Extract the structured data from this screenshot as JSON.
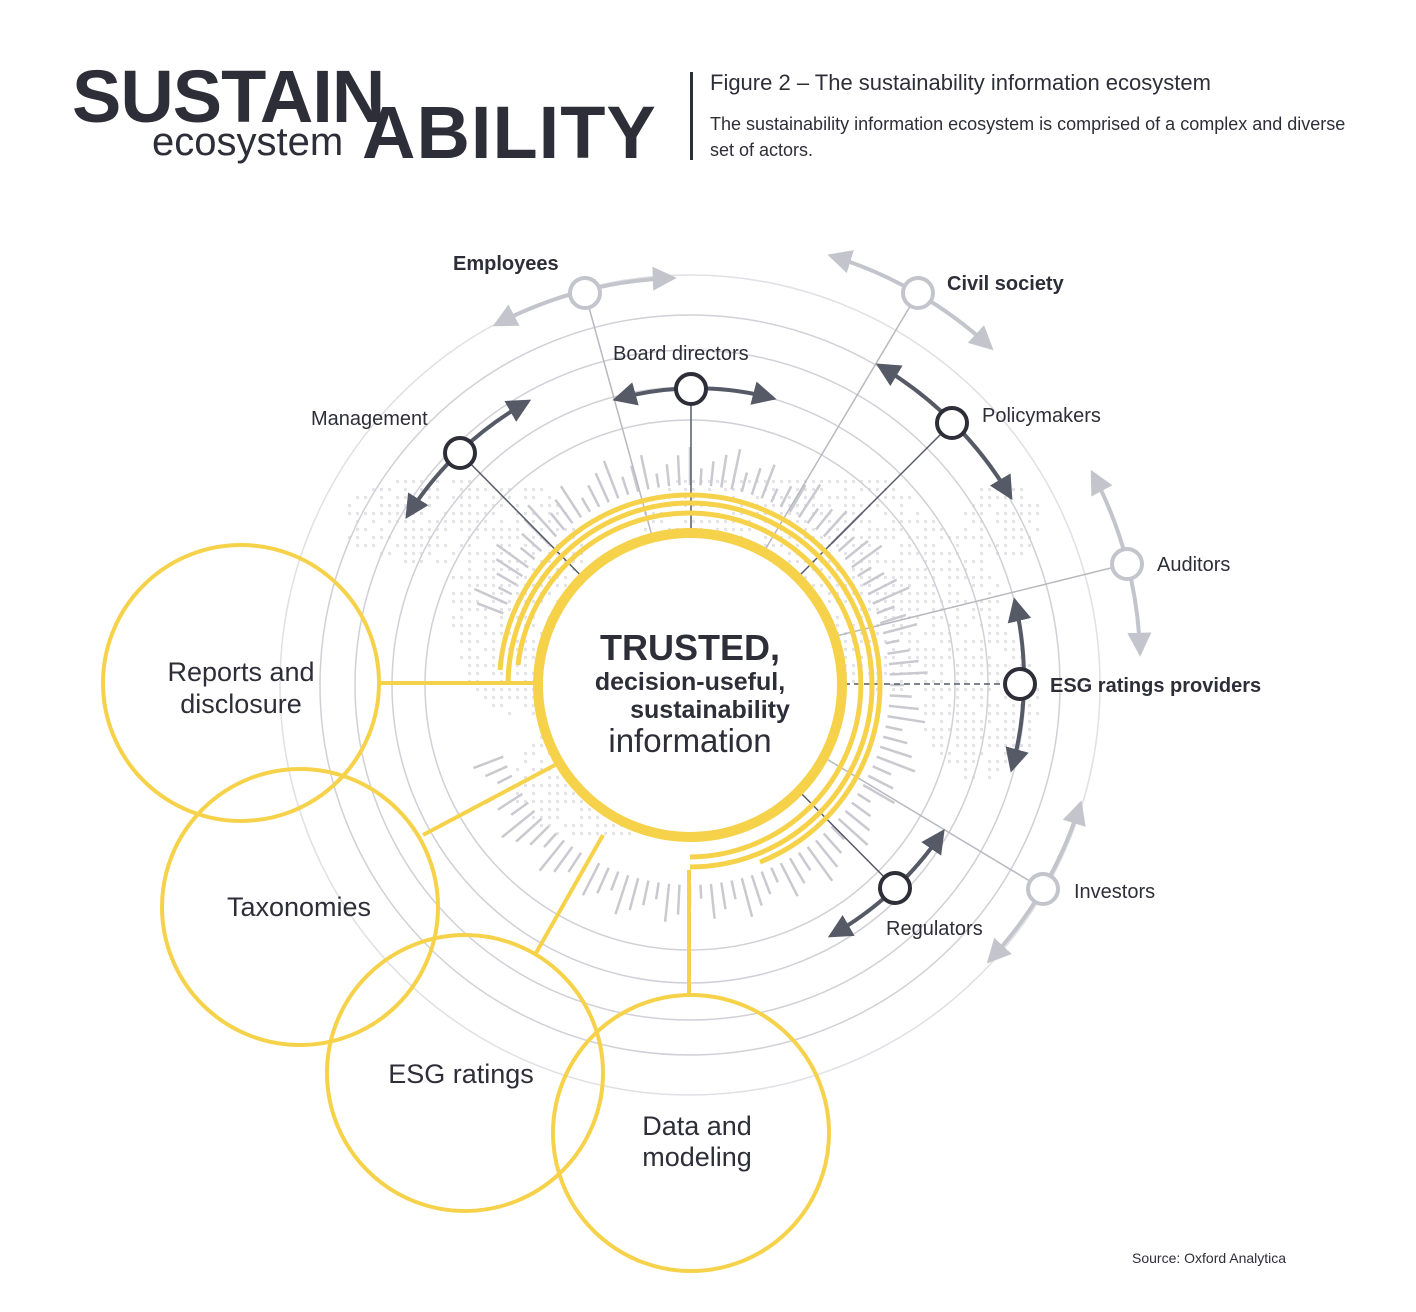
{
  "logo": {
    "top": "SUSTAIN",
    "bottom_word": "ecosystem",
    "bottom_caps": "ABILITY"
  },
  "figure": {
    "title": "Figure 2 – The sustainability information ecosystem",
    "description": "The sustainability information ecosystem is comprised of a complex and diverse set of actors."
  },
  "center": {
    "line1": "TRUSTED,",
    "line2": "decision-useful,",
    "line3": "sustainability",
    "line4": "information"
  },
  "actors": {
    "employees": "Employees",
    "civil_society": "Civil society",
    "board_directors": "Board directors",
    "management": "Management",
    "policymakers": "Policymakers",
    "auditors": "Auditors",
    "esg_ratings_providers": "ESG ratings providers",
    "investors": "Investors",
    "regulators": "Regulators"
  },
  "tools": {
    "reports_line1": "Reports and",
    "reports_line2": "disclosure",
    "taxonomies": "Taxonomies",
    "esg_ratings": "ESG ratings",
    "data_line1": "Data and",
    "data_line2": "modeling"
  },
  "source": "Source: Oxford Analytica",
  "colors": {
    "yellow": "#f6d24b",
    "dark": "#2e2e38",
    "grey": "#c4c4cc",
    "mid": "#555a66"
  }
}
